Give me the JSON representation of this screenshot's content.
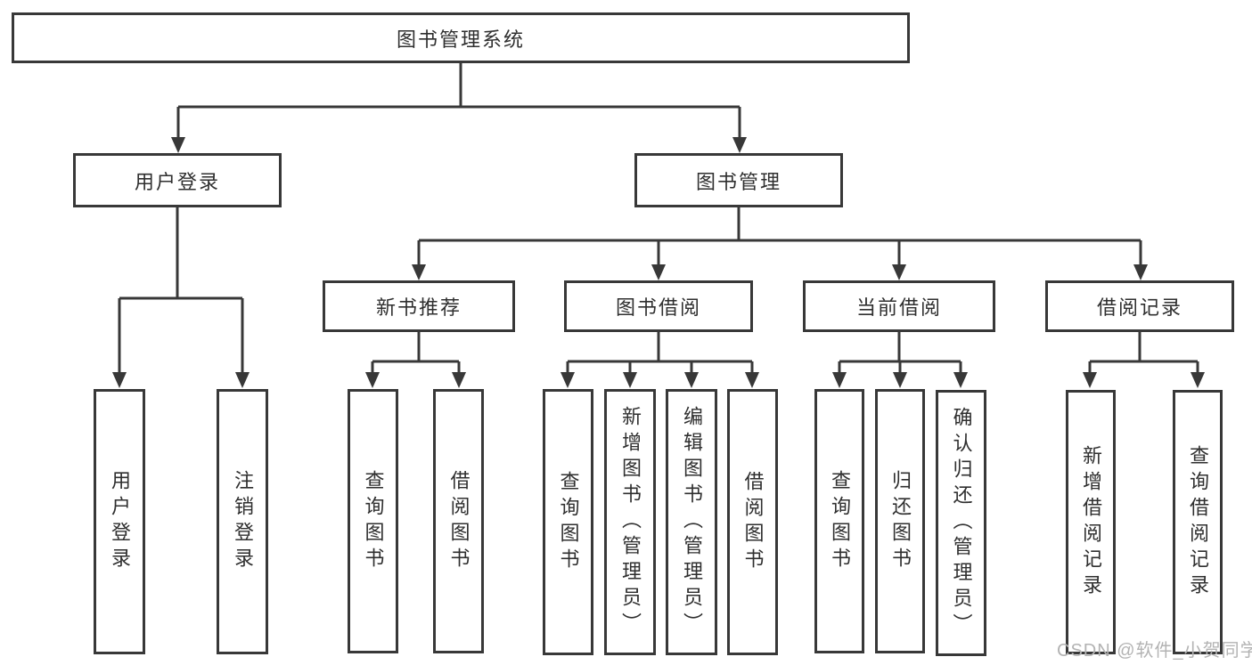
{
  "watermark": "CSDN @软件_小贺同学",
  "colors": {
    "line": "#383838",
    "text": "#2f2f2f",
    "watermark_text": "#b3b3b3",
    "background": "#ffffff"
  },
  "diagram": {
    "type": "hierarchy-tree",
    "root": "图书管理系统",
    "level2": [
      "用户登录",
      "图书管理"
    ],
    "level3": [
      "新书推荐",
      "图书借阅",
      "当前借阅",
      "借阅记录"
    ],
    "login_children": [
      "用户登录",
      "注销登录"
    ],
    "recommend_children": [
      "查询图书",
      "借阅图书"
    ],
    "borrow_children": [
      "查询图书",
      "新增图书（管理员）",
      "编辑图书（管理员）",
      "借阅图书"
    ],
    "current_children": [
      "查询图书",
      "归还图书",
      "确认归还（管理员）"
    ],
    "record_children": [
      "新增借阅记录",
      "查询借阅记录"
    ]
  }
}
